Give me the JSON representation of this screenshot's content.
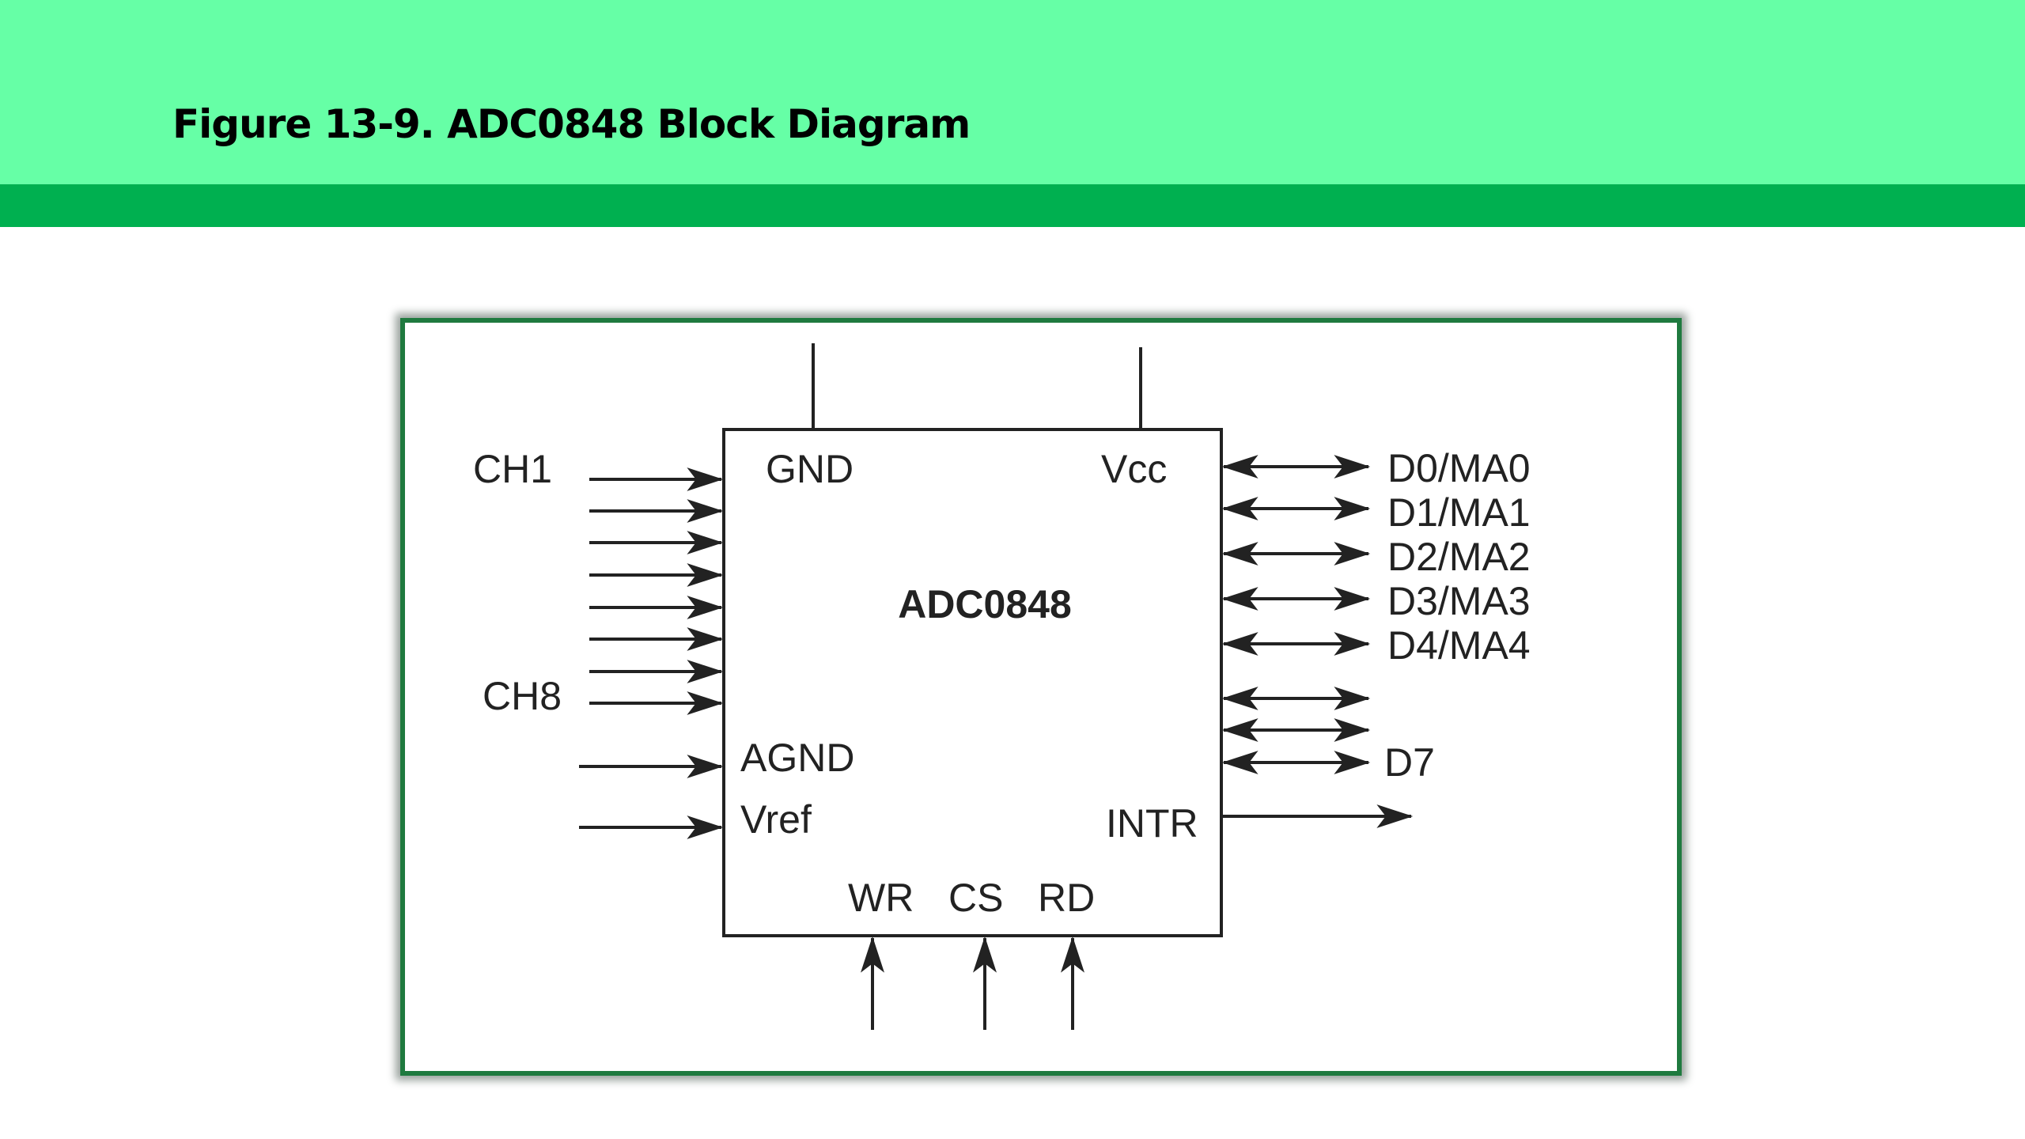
{
  "header": {
    "title": "Figure 13-9. ADC0848 Block Diagram",
    "colors": {
      "band": "#66ffa6",
      "bar": "#00b050",
      "frame": "#1f7a3f"
    }
  },
  "diagram": {
    "chip_name": "ADC0848",
    "pins": {
      "gnd": "GND",
      "vcc": "Vcc",
      "agnd": "AGND",
      "vref": "Vref",
      "intr": "INTR",
      "wr": "WR",
      "cs": "CS",
      "rd": "RD"
    },
    "inputs": {
      "first": "CH1",
      "last": "CH8",
      "count": 8
    },
    "data_lines": [
      "D0/MA0",
      "D1/MA1",
      "D2/MA2",
      "D3/MA3",
      "D4/MA4",
      "",
      "",
      "D7"
    ]
  }
}
